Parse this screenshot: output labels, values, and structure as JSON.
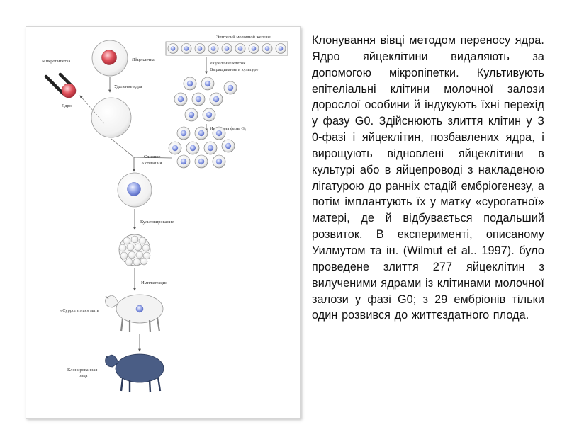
{
  "diagram": {
    "labels": {
      "epithelium": "Эпителий молочной железы",
      "micropipette": "Микропипетка",
      "egg_cell": "Яйцеклетка",
      "cell_division": "Разделение клеток",
      "culture_growth": "Выращивание в культуре",
      "nucleus_removal": "Удаление ядра",
      "nucleus": "Ядро",
      "g0_induction": "Индукция фазы G₀",
      "fusion": "Слияние",
      "activation": "Активация",
      "cultivation": "Культивирование",
      "implantation": "Имплантация",
      "surrogate_mother": "«Суррогатная» мать",
      "cloned_sheep_line1": "Клонированная",
      "cloned_sheep_line2": "овца"
    },
    "colors": {
      "egg_nucleus": "#e0505a",
      "donor_nucleus": "#8fa0e6",
      "cloned_sheep": "#4a5d85",
      "surrogate_sheep": "#f3f3f3"
    }
  },
  "description": "Клонування вівці методом переносу ядра. Ядро яйцеклітини видаляють за допомогою мікропіпетки. Культивують епітеліальні клітини молочної залози дорослої особини й індукують їхні перехід у фазу G0. Здійснюють злиття клітин у З 0-фазі і яйцеклітин, позбавлених ядра, і вирощують відновлені яйцеклітини в культурі або в яйцепроводі з накладеною лігатурою до ранніх стадій ембріогенезу, а потім імплантують їх у матку «сурогатної» матері, де й відбувається подальший розвиток. В експерименті, описаному Уилмутом та ін. (Wilmut et al.. 1997). було проведене злиття 277 яйцеклітин з вилученими ядрами із клітинами молочної залози у фазі G0; з 29 ембріонів тільки один розвився до життєздатного плода."
}
